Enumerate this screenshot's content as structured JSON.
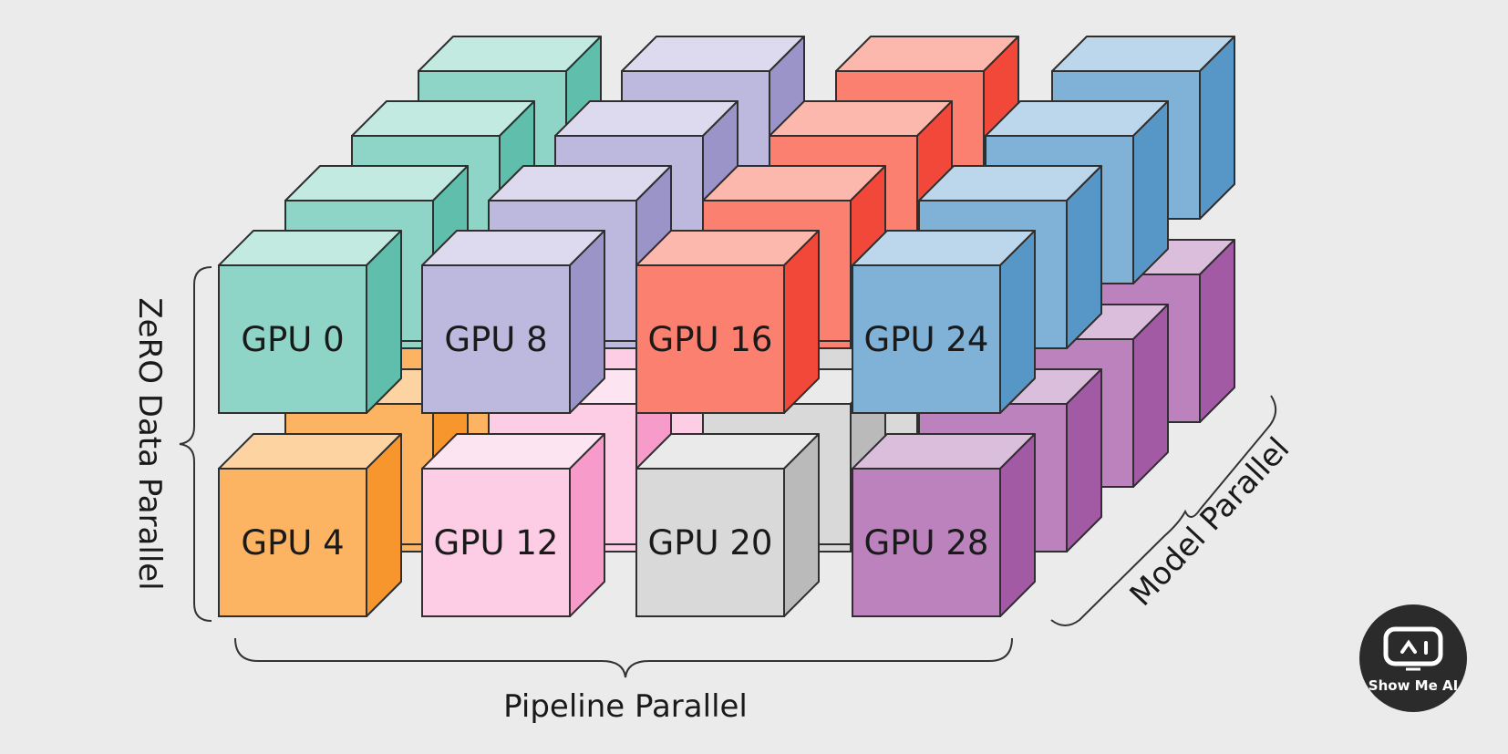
{
  "diagram": {
    "cubes": [
      {
        "label": "GPU 0",
        "group": "teal"
      },
      {
        "label": "GPU 8",
        "group": "lavender"
      },
      {
        "label": "GPU 16",
        "group": "red"
      },
      {
        "label": "GPU 24",
        "group": "blue"
      },
      {
        "label": "GPU 4",
        "group": "orange"
      },
      {
        "label": "GPU 12",
        "group": "pink"
      },
      {
        "label": "GPU 20",
        "group": "gray"
      },
      {
        "label": "GPU 28",
        "group": "purple"
      }
    ],
    "axis_labels": {
      "vertical": "ZeRO Data Parallel",
      "horizontal": "Pipeline Parallel",
      "depth": "Model Parallel"
    },
    "palette": {
      "teal": {
        "front": "#8fd5c7",
        "top": "#c2eae1",
        "side": "#5fbfac"
      },
      "lavender": {
        "front": "#bdb8dd",
        "top": "#dddaf0",
        "side": "#9b94c8"
      },
      "red": {
        "front": "#fc8070",
        "top": "#fdb8ae",
        "side": "#f2483a"
      },
      "blue": {
        "front": "#80b2d8",
        "top": "#bcd7ec",
        "side": "#5797c8"
      },
      "orange": {
        "front": "#fdb462",
        "top": "#fed3a2",
        "side": "#f7962d"
      },
      "pink": {
        "front": "#fdcde6",
        "top": "#fde4f1",
        "side": "#f69bca"
      },
      "gray": {
        "front": "#d9d9d9",
        "top": "#eaeaea",
        "side": "#bababa"
      },
      "purple": {
        "front": "#bc82bd",
        "top": "#dbbedc",
        "side": "#a35aa5"
      }
    }
  },
  "logo": {
    "text": "Show Me AI",
    "icon": "robot-face-icon",
    "bg_color": "#2b2b2b"
  }
}
